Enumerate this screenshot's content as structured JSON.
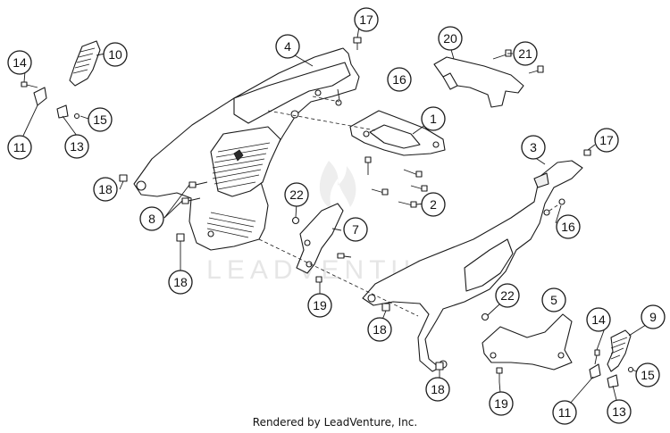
{
  "caption": "Rendered by LeadVenture, Inc.",
  "watermark": "LEADVENTURE",
  "callouts": [
    {
      "id": "c1",
      "label": "1"
    },
    {
      "id": "c2",
      "label": "2"
    },
    {
      "id": "c3",
      "label": "3"
    },
    {
      "id": "c4",
      "label": "4"
    },
    {
      "id": "c5",
      "label": "5"
    },
    {
      "id": "c7",
      "label": "7"
    },
    {
      "id": "c8",
      "label": "8"
    },
    {
      "id": "c9",
      "label": "9"
    },
    {
      "id": "c10",
      "label": "10"
    },
    {
      "id": "c11a",
      "label": "11"
    },
    {
      "id": "c11b",
      "label": "11"
    },
    {
      "id": "c13a",
      "label": "13"
    },
    {
      "id": "c13b",
      "label": "13"
    },
    {
      "id": "c14a",
      "label": "14"
    },
    {
      "id": "c14b",
      "label": "14"
    },
    {
      "id": "c15a",
      "label": "15"
    },
    {
      "id": "c15b",
      "label": "15"
    },
    {
      "id": "c16a",
      "label": "16"
    },
    {
      "id": "c16b",
      "label": "16"
    },
    {
      "id": "c17a",
      "label": "17"
    },
    {
      "id": "c17b",
      "label": "17"
    },
    {
      "id": "c18a",
      "label": "18"
    },
    {
      "id": "c18b",
      "label": "18"
    },
    {
      "id": "c18c",
      "label": "18"
    },
    {
      "id": "c18d",
      "label": "18"
    },
    {
      "id": "c19a",
      "label": "19"
    },
    {
      "id": "c19b",
      "label": "19"
    },
    {
      "id": "c20",
      "label": "20"
    },
    {
      "id": "c21",
      "label": "21"
    },
    {
      "id": "c22a",
      "label": "22"
    },
    {
      "id": "c22b",
      "label": "22"
    }
  ]
}
